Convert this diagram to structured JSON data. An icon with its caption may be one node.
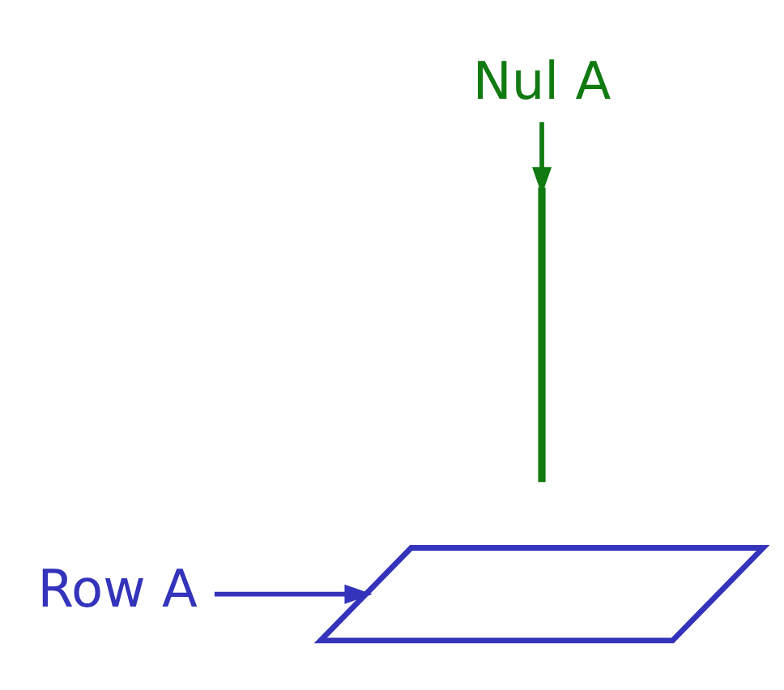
{
  "diagram": {
    "nodes": [
      {
        "text": [
          "Nul A"
        ]
      },
      {
        "text": [],
        "shape": "line"
      },
      {
        "text": [],
        "shape": "parallelogram"
      },
      {
        "text": [
          "Row A"
        ]
      }
    ],
    "edges": [
      {
        "from": 0,
        "to": 1,
        "arrow": "to",
        "color": "#117a11"
      },
      {
        "from": 3,
        "to": 2,
        "arrow": "to",
        "color": "#3333bb"
      }
    ]
  }
}
